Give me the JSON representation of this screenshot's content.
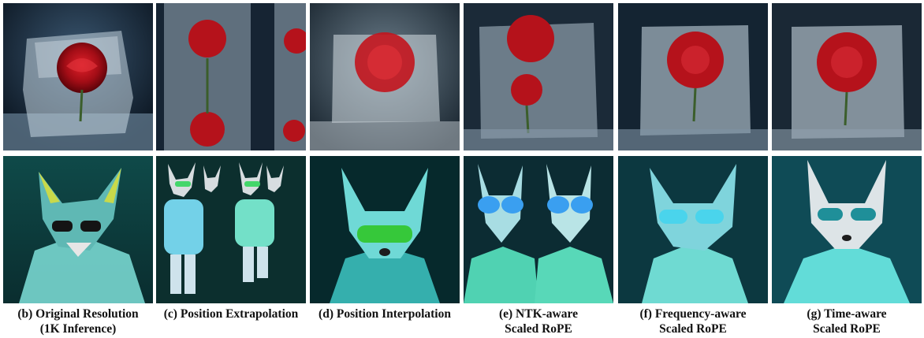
{
  "panels": [
    {
      "caption_line1": "(b) Original Resolution",
      "caption_line2": "(1K Inference)",
      "top_image": "rose-in-ice-cube-image",
      "bottom_image": "fox-with-sunglasses-image"
    },
    {
      "caption_line1": "(c) Position Extrapolation",
      "caption_line2": "",
      "top_image": "repeated-roses-in-ice-image",
      "bottom_image": "repeated-foxes-figures-image"
    },
    {
      "caption_line1": "(d) Position Interpolation",
      "caption_line2": "",
      "top_image": "blurry-rose-in-ice-image",
      "bottom_image": "blurry-fox-green-glasses-image"
    },
    {
      "caption_line1": "(e) NTK-aware",
      "caption_line2": "Scaled RoPE",
      "top_image": "double-rose-ice-cube-image",
      "bottom_image": "two-foxes-image"
    },
    {
      "caption_line1": "(f) Frequency-aware",
      "caption_line2": "Scaled RoPE",
      "top_image": "rose-in-ice-cube-image",
      "bottom_image": "teal-fox-image"
    },
    {
      "caption_line1": "(g) Time-aware",
      "caption_line2": "Scaled RoPE",
      "top_image": "rose-in-ice-cube-image",
      "bottom_image": "white-fox-teal-jacket-image"
    }
  ],
  "colors": {
    "rose": "#b5121b",
    "ice": "#cfdde6",
    "night": "#0d1a26",
    "teal": "#2bb3b0",
    "fur": "#d9e2e6"
  }
}
